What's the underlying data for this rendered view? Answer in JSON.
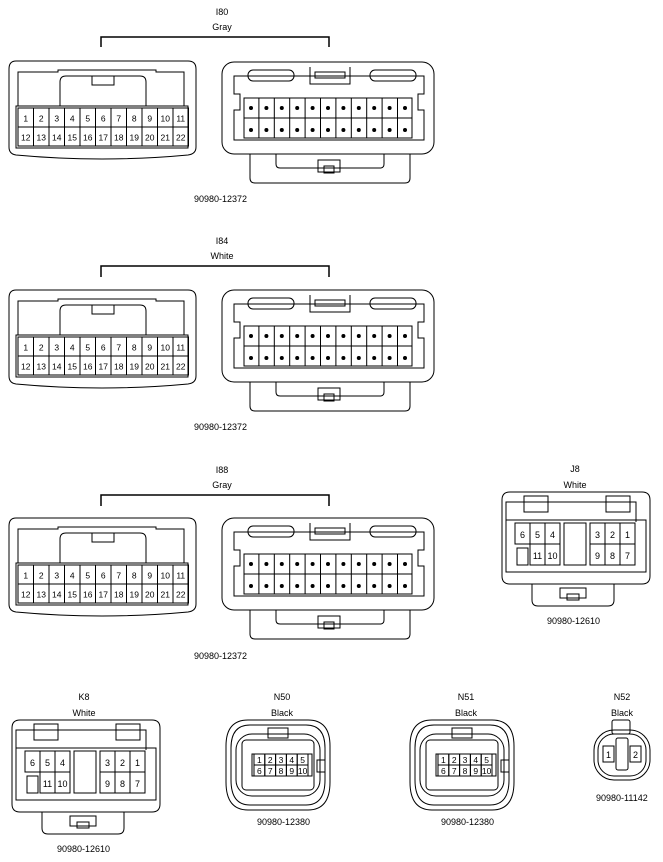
{
  "connectors": [
    {
      "id": "I80",
      "color": "Gray",
      "part": "90980-12372"
    },
    {
      "id": "I84",
      "color": "White",
      "part": "90980-12372"
    },
    {
      "id": "I88",
      "color": "Gray",
      "part": "90980-12372"
    },
    {
      "id": "J8",
      "color": "White",
      "part": "90980-12610"
    },
    {
      "id": "K8",
      "color": "White",
      "part": "90980-12610"
    },
    {
      "id": "N50",
      "color": "Black",
      "part": "90980-12380"
    },
    {
      "id": "N51",
      "color": "Black",
      "part": "90980-12380"
    },
    {
      "id": "N52",
      "color": "Black",
      "part": "90980-11142"
    }
  ],
  "pins22": {
    "row1": [
      "1",
      "2",
      "3",
      "4",
      "5",
      "6",
      "7",
      "8",
      "9",
      "10",
      "11"
    ],
    "row2": [
      "12",
      "13",
      "14",
      "15",
      "16",
      "17",
      "18",
      "19",
      "20",
      "21",
      "22"
    ]
  },
  "pins10w": {
    "left_top": [
      "6",
      "5",
      "4"
    ],
    "left_bottom": [
      "11",
      "10"
    ],
    "right_top": [
      "3",
      "2",
      "1"
    ],
    "right_bottom": [
      "9",
      "8",
      "7"
    ]
  },
  "pins10n": {
    "row1": [
      "1",
      "2",
      "3",
      "4",
      "5"
    ],
    "row2": [
      "6",
      "7",
      "8",
      "9",
      "10"
    ]
  },
  "pins2": [
    "1",
    "2"
  ]
}
